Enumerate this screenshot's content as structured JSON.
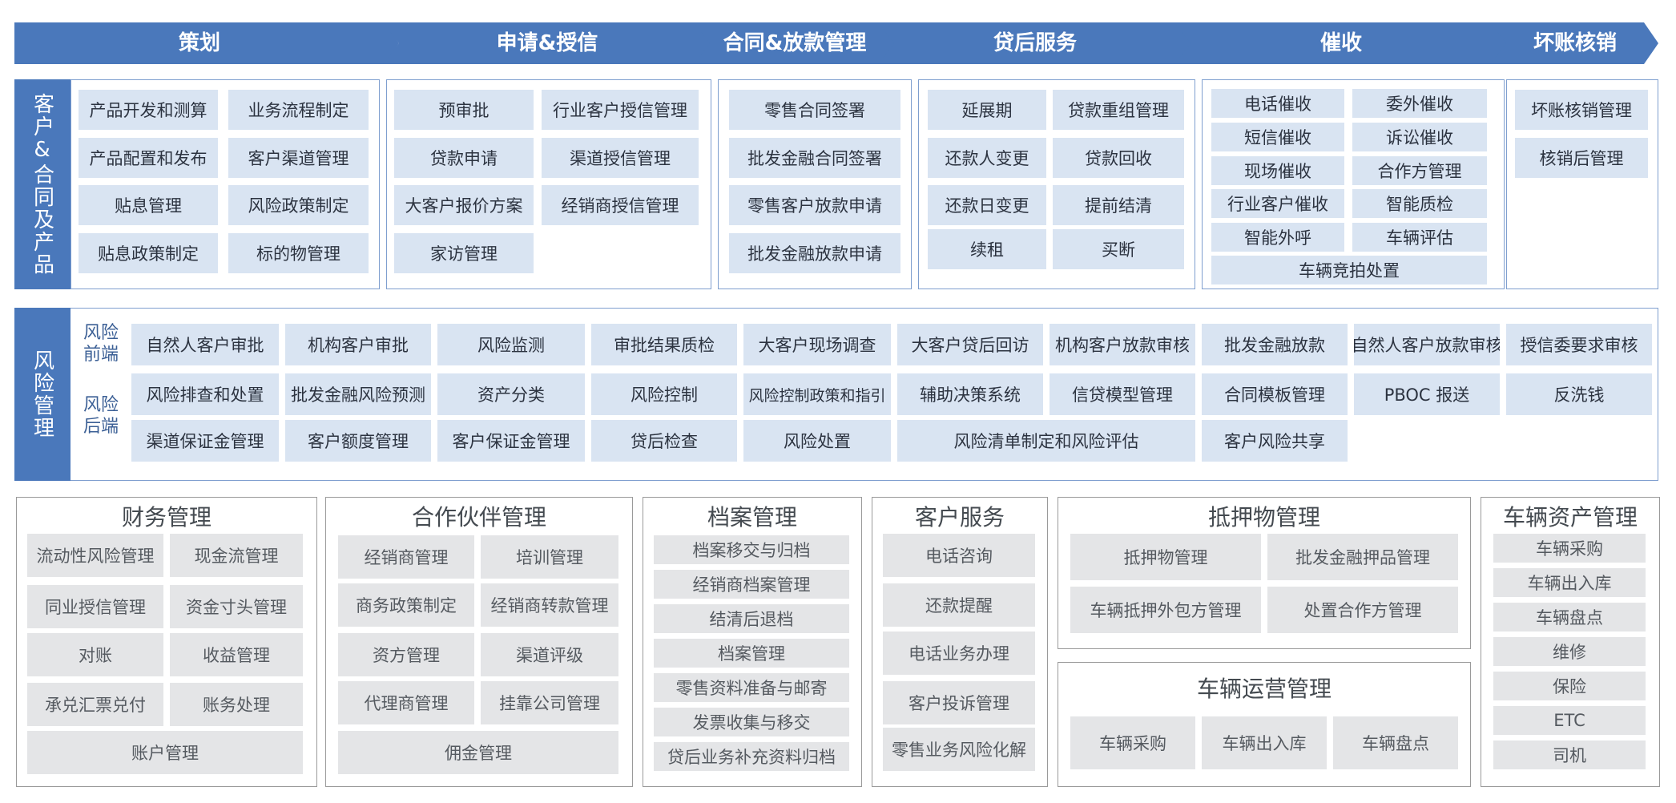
{
  "stages": [
    "策划",
    "申请&授信",
    "合同&放款管理",
    "贷后服务",
    "催收",
    "坏账核销"
  ],
  "customer_section": {
    "label": "客户&合同及产品",
    "planning": [
      "产品开发和测算",
      "业务流程制定",
      "产品配置和发布",
      "客户渠道管理",
      "贴息管理",
      "风险政策制定",
      "贴息政策制定",
      "标的物管理"
    ],
    "credit": [
      "预审批",
      "行业客户授信管理",
      "贷款申请",
      "渠道授信管理",
      "大客户报价方案",
      "经销商授信管理",
      "家访管理"
    ],
    "contract": [
      "零售合同签署",
      "批发金融合同签署",
      "零售客户放款申请",
      "批发金融放款申请"
    ],
    "post_loan": [
      "延展期",
      "贷款重组管理",
      "还款人变更",
      "贷款回收",
      "还款日变更",
      "提前结清",
      "续租",
      "买断"
    ],
    "collection": [
      "电话催收",
      "委外催收",
      "短信催收",
      "诉讼催收",
      "现场催收",
      "合作方管理",
      "行业客户催收",
      "智能质检",
      "智能外呼",
      "车辆评估",
      "车辆竞拍处置"
    ],
    "writeoff": [
      "坏账核销管理",
      "核销后管理"
    ]
  },
  "risk_section": {
    "label": "风险管理",
    "front_label": "风险前端",
    "back_label": "风险后端",
    "row1": [
      "自然人客户审批",
      "机构客户审批",
      "风险监测",
      "审批结果质检",
      "大客户现场调查",
      "大客户贷后回访",
      "机构客户放款审核",
      "批发金融放款",
      "自然人客户放款审核",
      "授信委要求审核"
    ],
    "row2": [
      "风险排查和处置",
      "批发金融风险预测",
      "资产分类",
      "风险控制",
      "风险控制政策和指引",
      "辅助决策系统",
      "信贷模型管理",
      "合同模板管理",
      "PBOC 报送",
      "反洗钱"
    ],
    "row3": [
      "渠道保证金管理",
      "客户额度管理",
      "客户保证金管理",
      "贷后检查",
      "风险处置",
      "风险清单制定和风险评估",
      "客户风险共享"
    ]
  },
  "finance": {
    "title": "财务管理",
    "items": [
      "流动性风险管理",
      "现金流管理",
      "同业授信管理",
      "资金寸头管理",
      "对账",
      "收益管理",
      "承兑汇票兑付",
      "账务处理",
      "账户管理"
    ]
  },
  "partner": {
    "title": "合作伙伴管理",
    "items": [
      "经销商管理",
      "培训管理",
      "商务政策制定",
      "经销商转款管理",
      "资方管理",
      "渠道评级",
      "代理商管理",
      "挂靠公司管理",
      "佣金管理"
    ]
  },
  "archive": {
    "title": "档案管理",
    "items": [
      "档案移交与归档",
      "经销商档案管理",
      "结清后退档",
      "档案管理",
      "零售资料准备与邮寄",
      "发票收集与移交",
      "贷后业务补充资料归档"
    ]
  },
  "service": {
    "title": "客户服务",
    "items": [
      "电话咨询",
      "还款提醒",
      "电话业务办理",
      "客户投诉管理",
      "零售业务风险化解"
    ]
  },
  "collateral": {
    "title": "抵押物管理",
    "items": [
      "抵押物管理",
      "批发金融押品管理",
      "车辆抵押外包方管理",
      "处置合作方管理"
    ]
  },
  "operation": {
    "title": "车辆运营管理",
    "items": [
      "车辆采购",
      "车辆出入库",
      "车辆盘点"
    ]
  },
  "assets": {
    "title": "车辆资产管理",
    "items": [
      "车辆采购",
      "车辆出入库",
      "车辆盘点",
      "维修",
      "保险",
      "ETC",
      "司机"
    ]
  }
}
